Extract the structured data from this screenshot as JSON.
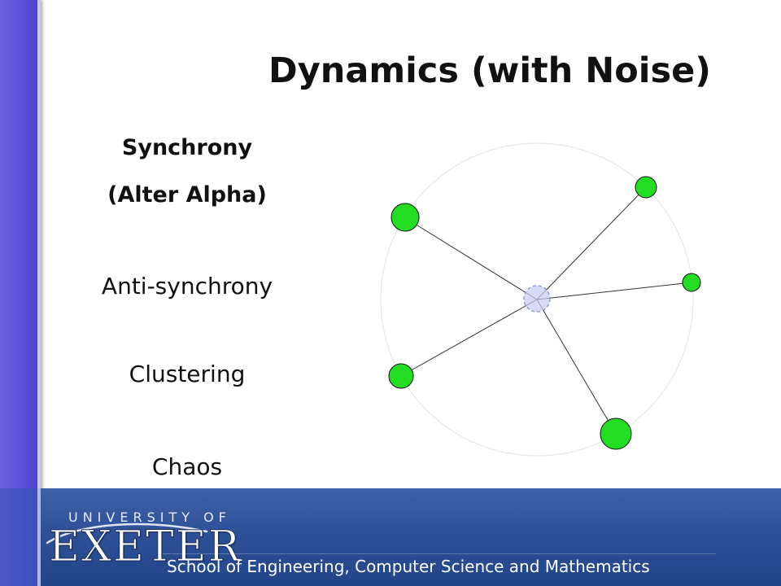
{
  "slide": {
    "title": "Dynamics (with Noise)"
  },
  "menu": {
    "items": [
      {
        "label": "Synchrony",
        "state": "selected"
      },
      {
        "label": "(Alter Alpha)",
        "state": "selected"
      },
      {
        "label": "Anti-synchrony",
        "state": "default"
      },
      {
        "label": "Clustering",
        "state": "default"
      },
      {
        "label": "Chaos",
        "state": "default"
      }
    ]
  },
  "diagram": {
    "node_color": "#22dd22",
    "center_color": "#c9ccf2",
    "circle_color": "#e6e6e6",
    "line_color": "#333333",
    "node_count": 5
  },
  "footer": {
    "university": "UNIVERSITY OF",
    "name": "EXETER",
    "school": "School of Engineering, Computer Science and Mathematics"
  },
  "colors": {
    "left_bar": "#5b4fd8",
    "footer_blue": "#2c4f96",
    "title_text": "#111111"
  }
}
